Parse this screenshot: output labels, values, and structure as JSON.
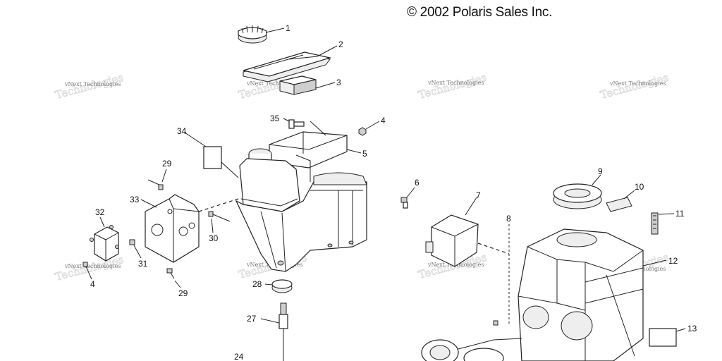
{
  "copyright": "© 2002 Polaris Sales Inc.",
  "watermark": "vNext Technologies",
  "callouts": [
    "1",
    "2",
    "3",
    "4",
    "5",
    "6",
    "7",
    "8",
    "9",
    "10",
    "11",
    "12",
    "13",
    "24",
    "27",
    "28",
    "29",
    "29",
    "30",
    "31",
    "32",
    "33",
    "34",
    "35",
    "4"
  ]
}
